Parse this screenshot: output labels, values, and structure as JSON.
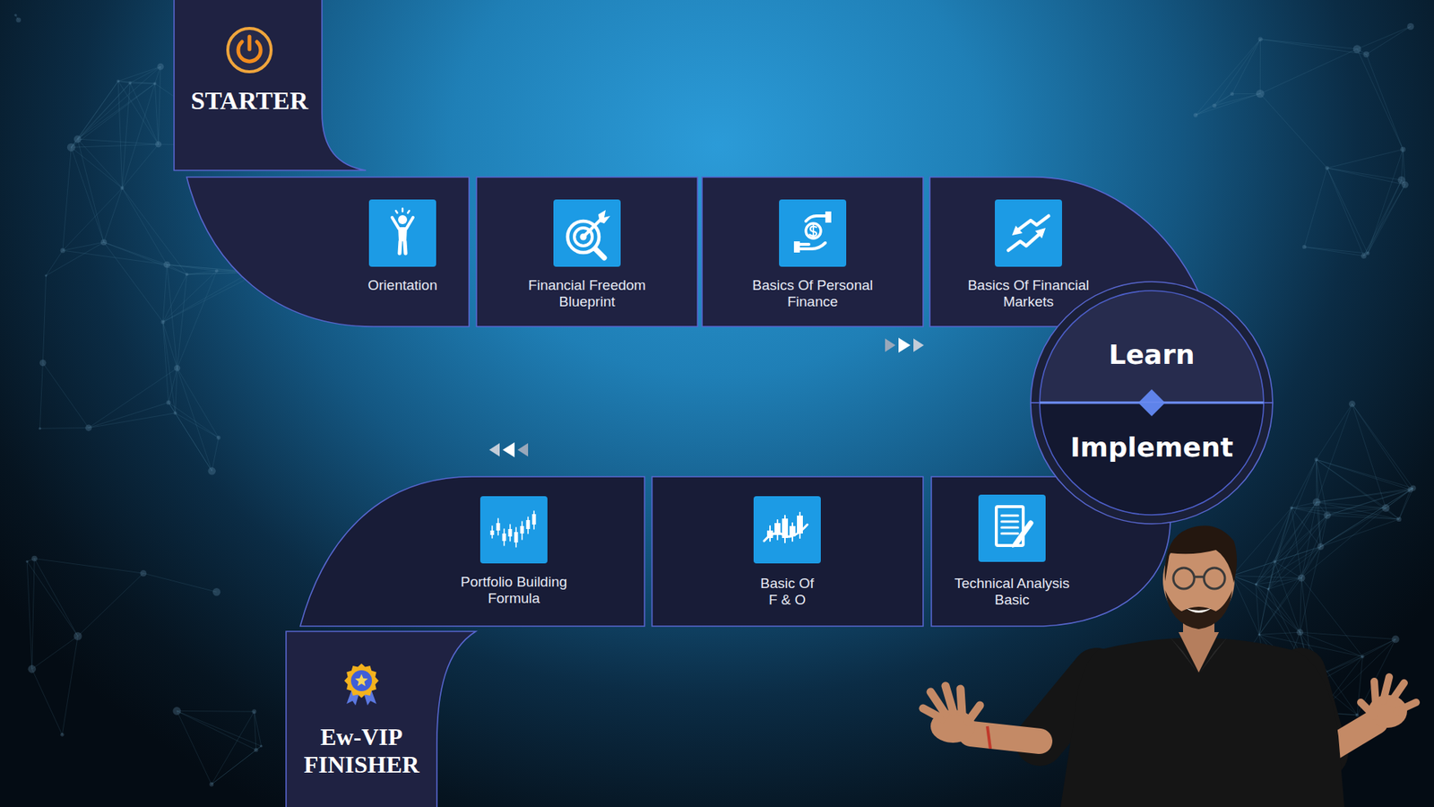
{
  "diagram": {
    "nodes": [
      {
        "text": [
          "STARTER"
        ]
      },
      {
        "text": [
          "Orientation"
        ]
      },
      {
        "text": [
          "Financial Freedom Blueprint"
        ]
      },
      {
        "text": [
          "Basics Of Personal Finance"
        ]
      },
      {
        "text": [
          "Basics Of Financial Markets"
        ]
      },
      {
        "text": [
          "Learn"
        ]
      },
      {
        "text": [
          "Implement"
        ]
      },
      {
        "text": [
          "Technical Analysis Basic"
        ]
      },
      {
        "text": [
          "Basic Of F & O"
        ]
      },
      {
        "text": [
          "Portfolio Building Formula"
        ]
      },
      {
        "text": [
          "Ew-VIP FINISHER"
        ]
      }
    ]
  }
}
